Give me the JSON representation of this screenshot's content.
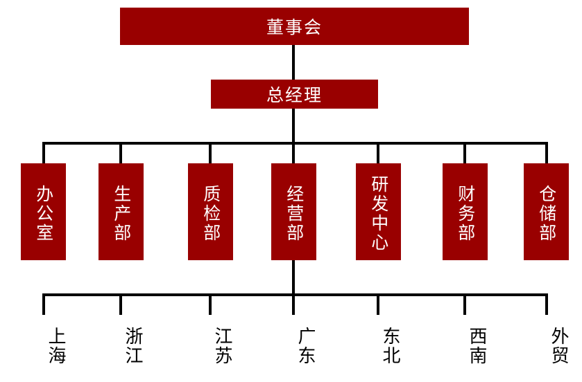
{
  "chart": {
    "type": "org-chart",
    "title": "",
    "background_color": "#ffffff",
    "box_fill_color": "#990000",
    "box_text_color": "#ffffff",
    "leaf_text_color": "#000000",
    "connector_color": "#000000"
  },
  "levels": {
    "level1": {
      "label": "董事会"
    },
    "level2": {
      "label": "总经理"
    },
    "level3": {
      "departments": [
        {
          "label": "办公室"
        },
        {
          "label": "生产部"
        },
        {
          "label": "质检部"
        },
        {
          "label": "经营部"
        },
        {
          "label": "研发中心"
        },
        {
          "label": "财务部"
        },
        {
          "label": "仓储部"
        }
      ]
    },
    "level4": {
      "parent": "经营部",
      "regions": [
        {
          "label": "上海"
        },
        {
          "label": "浙江"
        },
        {
          "label": "江苏"
        },
        {
          "label": "广东"
        },
        {
          "label": "东北"
        },
        {
          "label": "西南"
        },
        {
          "label": "外贸"
        }
      ]
    }
  }
}
